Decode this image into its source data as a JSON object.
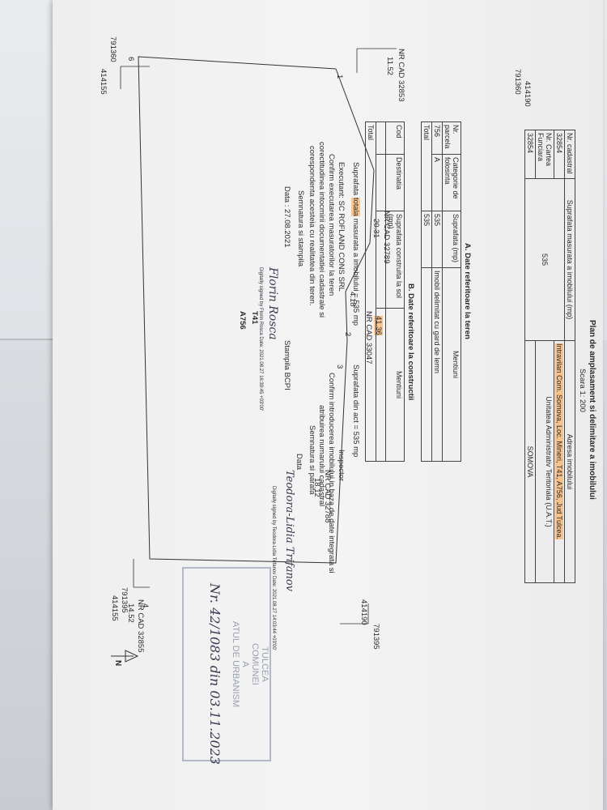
{
  "plan": {
    "title": "Plan de amplasament si delimitare a imobilului",
    "scale": "Scara 1: 200",
    "lot": "T41",
    "parcel": "A756",
    "nr_cad_32853": "NR CAD 32853",
    "nr_cad_32789": "NR CAD 32789",
    "nr_cad_32788": "NR CAD 32788",
    "nr_cad_32855": "NR CAD 32855",
    "nr_cad_33047": "NR CAD 33047",
    "dim_top": "11.52",
    "dim_left": "20.31",
    "dim_mid": "4.18",
    "dim_right": "18.12",
    "dim_bottom": "14.52",
    "dim_inner": "41.36",
    "pt1": "1",
    "pt2": "2",
    "pt3": "3",
    "pt4": "4",
    "pt6": "6",
    "coords": [
      "791360",
      "414155",
      "791360",
      "414190",
      "791395",
      "414155",
      "414190",
      "791395"
    ],
    "north": "N"
  },
  "header": {
    "col_cad": "Nr. cadastral",
    "cad_value": "32854",
    "col_cf": "Nr. Cartea Funciara",
    "cf_value": "32854",
    "col_surface": "Suprafata masurata a imobilului (mp)",
    "surface_value": "535",
    "col_address": "Adresa imobilului",
    "address_value": "Intravilan Com. Somova, Loc. Mineri, T41, A756, Jud Tulcea.",
    "col_uat": "Unitatea Administrativ Teritoriala (U.A.T.)",
    "uat_value": "SOMOVA"
  },
  "section_a": {
    "title": "A. Date referitoare la teren",
    "h_nr": "Nr. parcela",
    "h_cat": "Categorie de folosinta",
    "h_sup": "Suprafata (mp)",
    "h_ment": "Mentiuni",
    "r_nr": "756",
    "r_cat": "A",
    "r_sup": "535",
    "r_ment": "Imobil delimitat cu gard de lemn",
    "total_label": "Total",
    "total_value": "535"
  },
  "section_b": {
    "title": "B. Date referitoare la constructii",
    "h_cod": "Cod",
    "h_dest": "Destinatia",
    "h_sup": "Suprafata construita la sol (mp)",
    "h_ment": "Mentiuni",
    "total_label": "Total"
  },
  "totals": {
    "measured_a": "Suprafata",
    "measured_hl": "totala",
    "measured_b": "masurata a imobilului = 535 mp",
    "act": "Suprafata din act = 535 mp"
  },
  "executor": {
    "line1": "Executant: SC ROFLAND CONS SRL",
    "line2": "Confirm executarea masuratorilor la teren",
    "line3": "corectitudinea intocmirii documentatiei cadastrale si",
    "line4": "corespondenta acesteia cu realitatea din teren.",
    "line5": "Semnatura si stampila",
    "date": "Data : 27.08.2021",
    "sig_name": "Florin Rosca",
    "sig_meta": "Digitally signed by Florin Rosca Date: 2021.08.27 16:39:45 +03'00'"
  },
  "inspector": {
    "title": "Inspector",
    "line1": "Confirm introducerea imobilului in baza de date integrata si",
    "line2": "atribuirea numarului cadastral",
    "line3": "Semnatura si parafa",
    "data_label": "Data",
    "stamp_label": "Stampila BCPI",
    "sig_name": "Teodora-Lidia Trifanov",
    "sig_meta": "Digitally signed by Teodora-Lidia Trifanov Date: 2021.08.27 14:03:44 +03'00'"
  },
  "stamp": {
    "line1": "TULCEA",
    "line2": "COMUNEI",
    "line3": "A",
    "line4": "ATUL DE URBANISM",
    "number": "Nr. 42/1083 din 03.11.2023"
  }
}
